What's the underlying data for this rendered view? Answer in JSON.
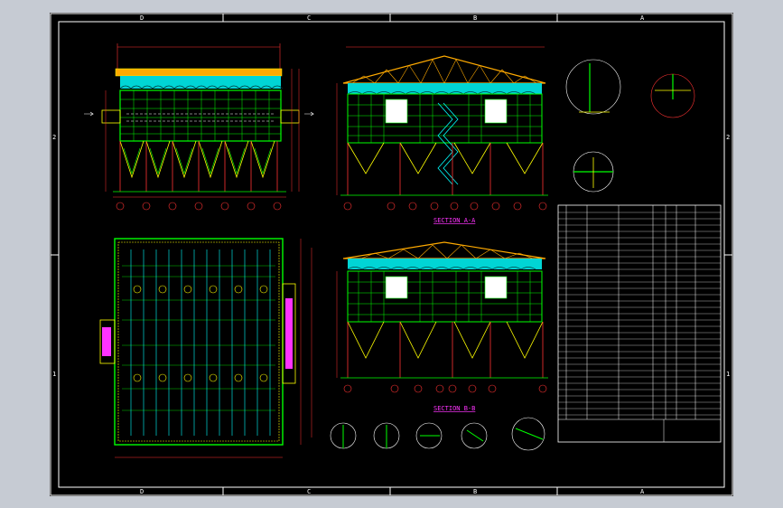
{
  "sheet": {
    "zones_top": [
      "D",
      "C",
      "B",
      "A"
    ],
    "zones_bottom": [
      "D",
      "C",
      "B",
      "A"
    ],
    "zones_left": [
      "2",
      "1"
    ],
    "zones_right": [
      "2",
      "1"
    ]
  },
  "views": {
    "section_aa_title": "SECTION A-A",
    "section_bb_title": "SECTION B-B"
  },
  "colors": {
    "background": "#000000",
    "frame": "#ffffff",
    "structure": "#00ff00",
    "steel": "#ffff00",
    "dimension": "#ff3333",
    "hood": "#00ffff",
    "truss": "#ffaa00",
    "accent": "#ff33ff"
  }
}
